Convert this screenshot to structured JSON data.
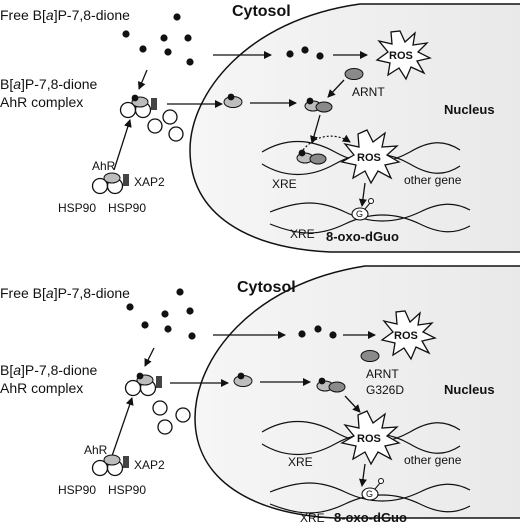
{
  "panels": [
    {
      "title": "Cytosol",
      "nucleus_label": "Nucleus",
      "free_label_pre": "Free B[",
      "free_label_italic": "a",
      "free_label_post": "]P-7,8-dione",
      "complex_label_line1_pre": "B[",
      "complex_label_line1_italic": "a",
      "complex_label_line1_post": "]P-7,8-dione",
      "complex_label_line2": "AhR complex",
      "arnt_label": "ARNT",
      "arnt_mutant_label": "",
      "ros_label": "ROS",
      "ros2_label": "ROS",
      "xre_label": "XRE",
      "other_gene_label": "other gene",
      "xre2_label": "XRE",
      "oxo_label": "8-oxo-dGuo",
      "g_label": "G",
      "ahr_label": "AhR",
      "xap2_label": "XAP2",
      "hsp90_a_label": "HSP90",
      "hsp90_b_label": "HSP90"
    },
    {
      "title": "Cytosol",
      "nucleus_label": "Nucleus",
      "free_label_pre": "Free B[",
      "free_label_italic": "a",
      "free_label_post": "]P-7,8-dione",
      "complex_label_line1_pre": "B[",
      "complex_label_line1_italic": "a",
      "complex_label_line1_post": "]P-7,8-dione",
      "complex_label_line2": "AhR complex",
      "arnt_label": "ARNT",
      "arnt_mutant_label": "G326D",
      "ros_label": "ROS",
      "ros2_label": "ROS",
      "xre_label": "XRE",
      "other_gene_label": "other gene",
      "xre2_label": "XRE",
      "oxo_label": "8-oxo-dGuo",
      "g_label": "G",
      "ahr_label": "AhR",
      "xap2_label": "XAP2",
      "hsp90_a_label": "HSP90",
      "hsp90_b_label": "HSP90"
    }
  ]
}
